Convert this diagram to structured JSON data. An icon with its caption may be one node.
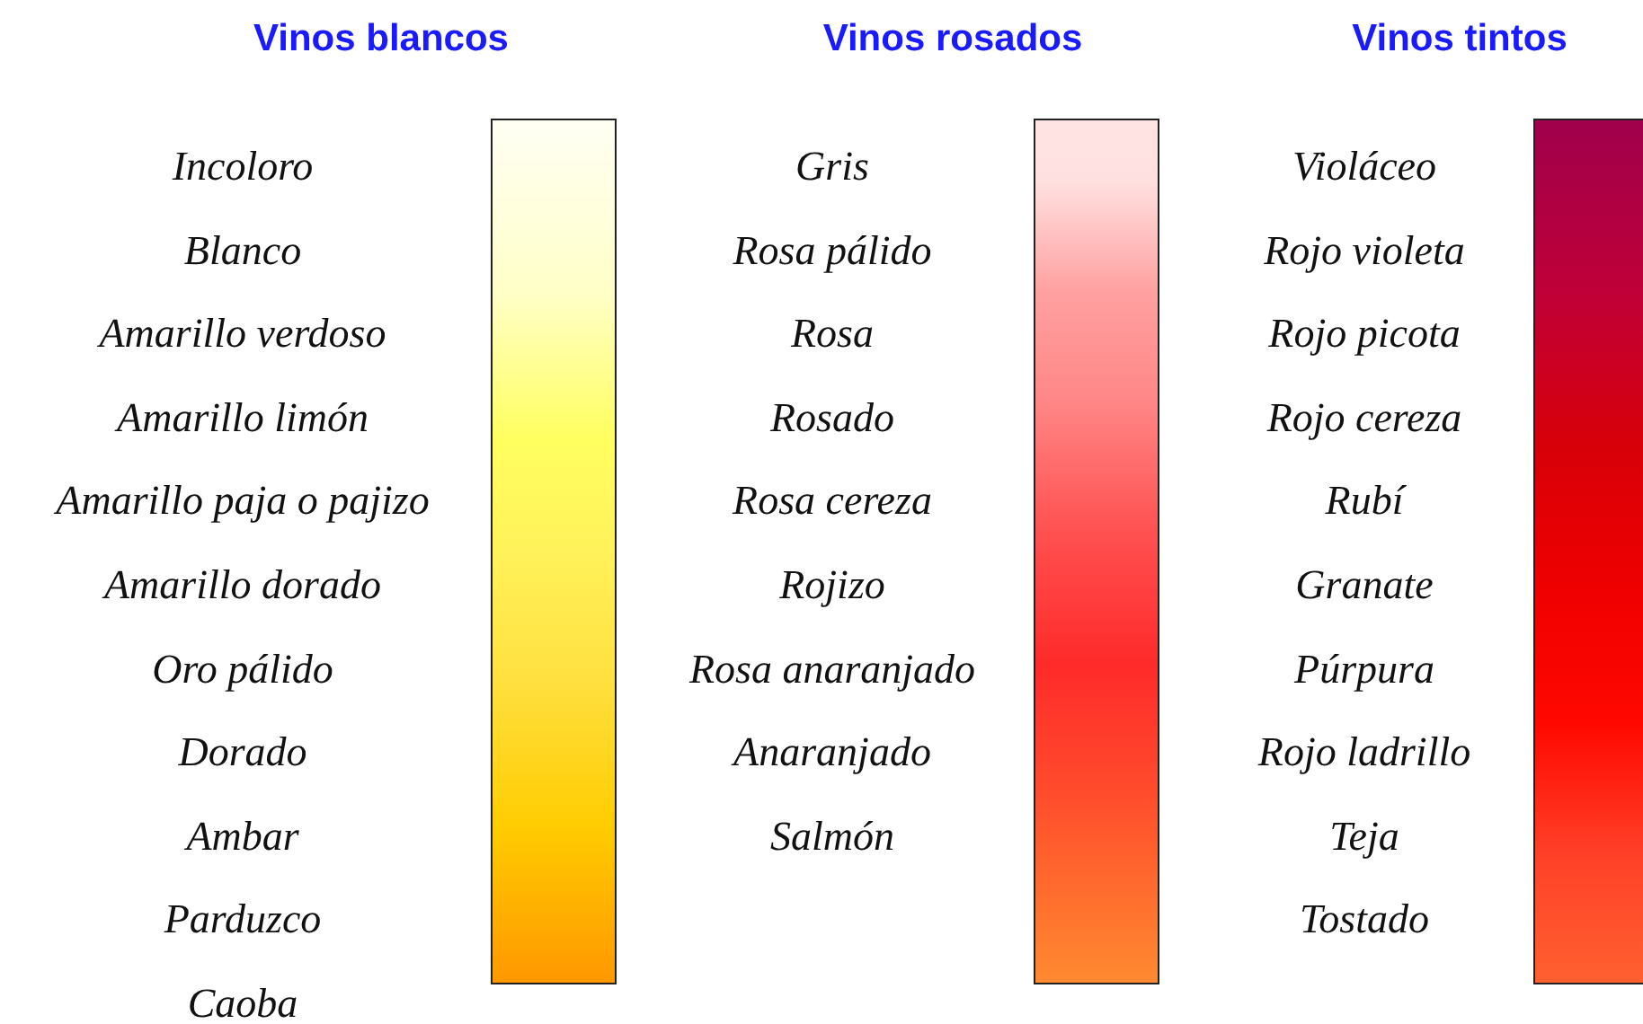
{
  "diagram": {
    "nodes": [
      {
        "text": [
          "Vinos blancos"
        ],
        "beside": [
          "Incoloro",
          "Blanco",
          "Amarillo verdoso",
          "Amarillo limón",
          "Amarillo paja o pajizo",
          "Amarillo dorado",
          "Oro pálido",
          "Dorado",
          "Ambar",
          "Parduzco",
          "Caoba"
        ]
      },
      {
        "text": [
          "Vinos rosados"
        ],
        "beside": [
          "Gris",
          "Rosa pálido",
          "Rosa",
          "Rosado",
          "Rosa cereza",
          "Rojizo",
          "Rosa anaranjado",
          "Anaranjado",
          "Salmón"
        ]
      },
      {
        "text": [
          "Vinos tintos"
        ],
        "beside": [
          "Violáceo",
          "Rojo violeta",
          "Rojo picota",
          "Rojo cereza",
          "Rubí",
          "Granate",
          "Púrpura",
          "Rojo ladrillo",
          "Teja",
          "Tostado"
        ]
      }
    ]
  }
}
